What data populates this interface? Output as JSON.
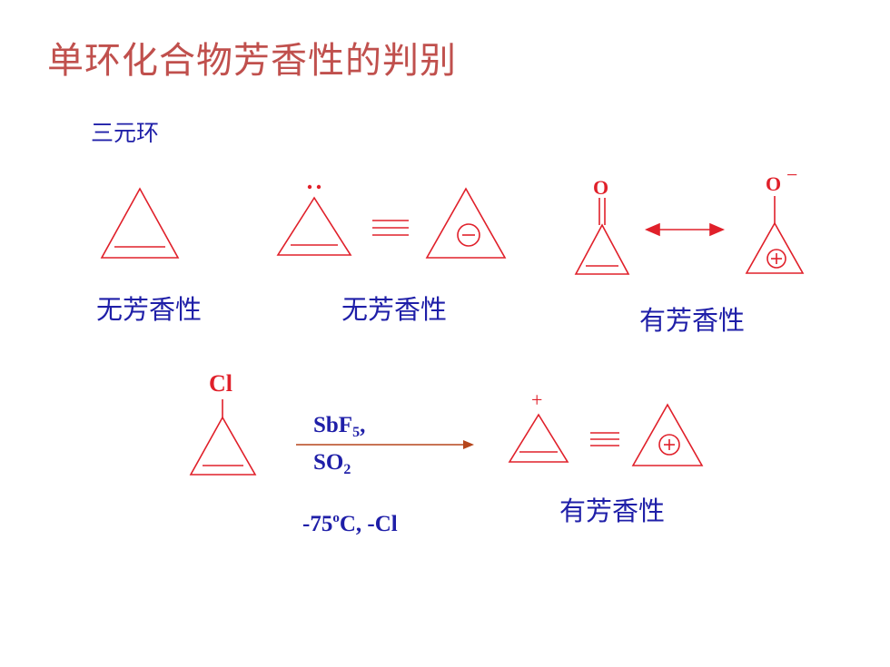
{
  "title": "单环化合物芳香性的判别",
  "subtitle": "三元环",
  "labels": {
    "cyclopropene": "无芳香性",
    "cyclopropenyl_anion": "无芳香性",
    "cyclopropenone": "有芳香性",
    "cyclopropenyl_cation": "有芳香性"
  },
  "atoms": {
    "oxygen": "O",
    "chlorine": "Cl"
  },
  "reaction": {
    "reagent1_main": "SbF",
    "reagent1_sub": "5",
    "reagent1_tail": ",",
    "reagent2_main": "SO",
    "reagent2_sub": "2",
    "condition_pre": "-75",
    "condition_sup": "o",
    "condition_post": "C, -Cl"
  },
  "symbols": {
    "minus_charge": "−",
    "plus_charge": "+",
    "lone_pair": "··",
    "equivalence": "≡",
    "resonance_arrow": "double-headed-arrow",
    "reaction_arrow": "right-arrow"
  },
  "colors": {
    "title": "#c0504d",
    "text": "#1f1fa8",
    "structure": "#e0202a",
    "arrow": "#b5451b"
  }
}
